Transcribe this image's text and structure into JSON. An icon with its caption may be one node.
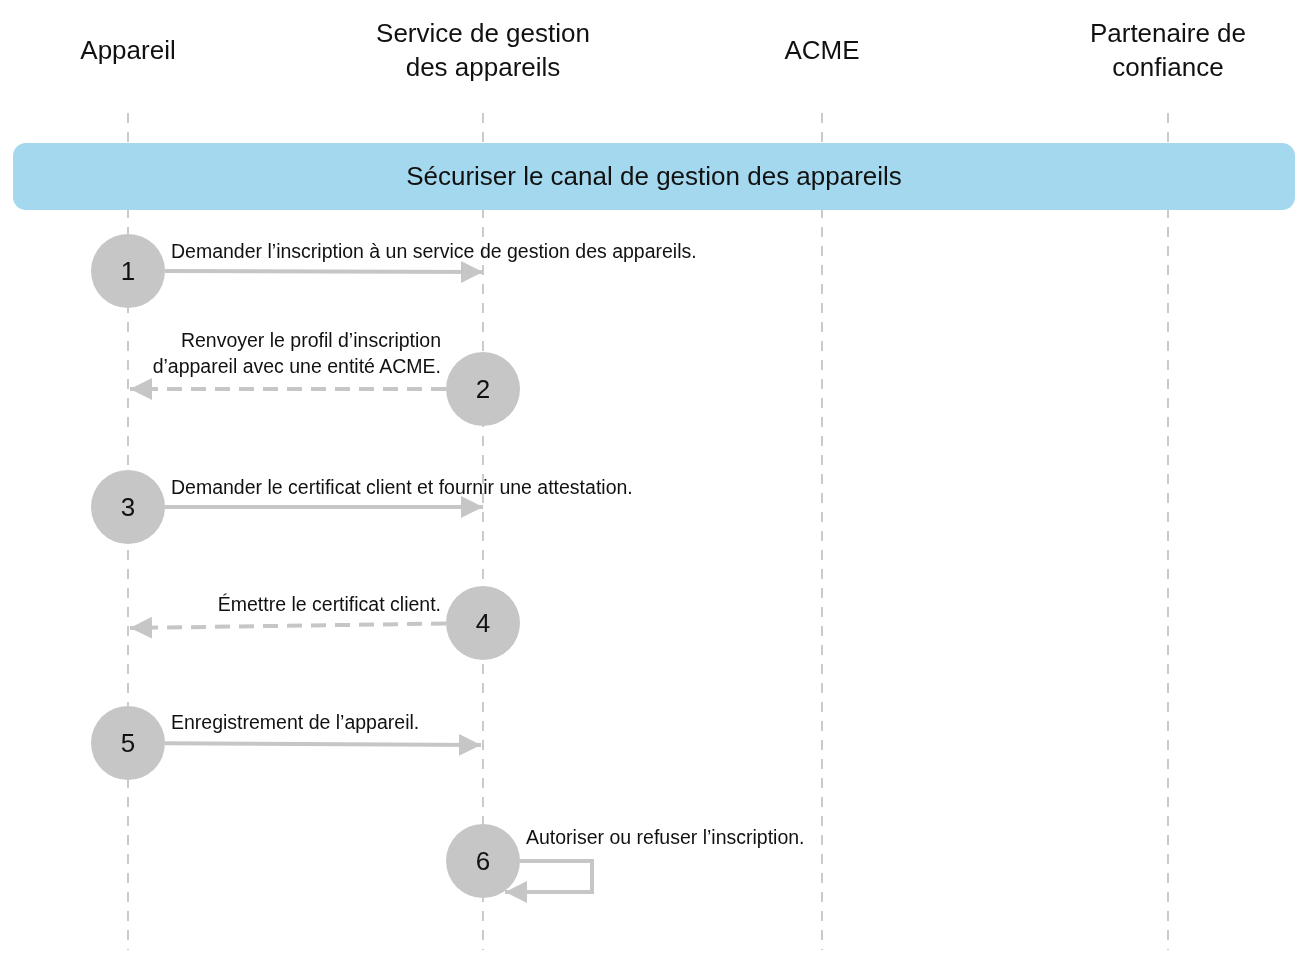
{
  "diagram": {
    "nodes": [
      {
        "text": [
          "Appareil"
        ]
      },
      {
        "text": [
          "Service de gestion des appareils"
        ]
      },
      {
        "text": [
          "ACME"
        ]
      },
      {
        "text": [
          "Partenaire de confiance"
        ]
      },
      {
        "text": [
          "Sécuriser le canal de gestion des appareils"
        ]
      },
      {
        "text": [
          "1"
        ]
      },
      {
        "text": [
          "2"
        ]
      },
      {
        "text": [
          "3"
        ]
      },
      {
        "text": [
          "4"
        ]
      },
      {
        "text": [
          "5"
        ]
      },
      {
        "text": [
          "6"
        ]
      }
    ],
    "edges": [
      {
        "from": 5,
        "to": null,
        "arrow": "to",
        "label": "Demander l’inscription à un service de gestion des appareils."
      },
      {
        "from": 6,
        "to": null,
        "arrow": "to",
        "style": "dashed",
        "label": "Renvoyer le profil d’inscription d’appareil avec une entité ACME."
      },
      {
        "from": 7,
        "to": null,
        "arrow": "to",
        "label": "Demander le certificat client et fournir une attestation."
      },
      {
        "from": 8,
        "to": null,
        "arrow": "to",
        "style": "dashed",
        "label": "Émettre le certificat client."
      },
      {
        "from": 9,
        "to": null,
        "arrow": "to",
        "label": "Enregistrement de l’appareil."
      },
      {
        "from": 10,
        "to": 10,
        "arrow": "to",
        "label": "Autoriser ou refuser l’inscription."
      }
    ]
  }
}
